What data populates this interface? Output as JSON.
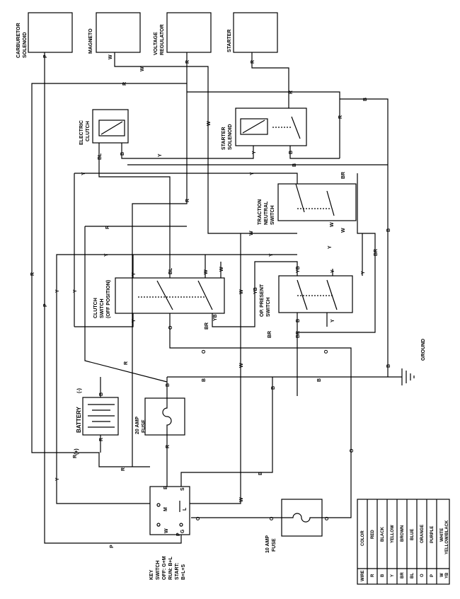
{
  "components": {
    "carburetor_solenoid": [
      "CARBURETOR",
      "SOLENOID"
    ],
    "magneto": "MAGNETO",
    "voltage_regulator": [
      "VOLTAGE",
      "REGULATOR"
    ],
    "starter": "STARTER",
    "electric_clutch": [
      "ELECTRIC",
      "CLUTCH"
    ],
    "starter_solenoid": [
      "STARTER",
      "SOLENOID"
    ],
    "traction_neutral_switch": [
      "TRACTION",
      "NEUTRAL",
      "SWITCH"
    ],
    "clutch_switch": [
      "CLUTCH",
      "SWITCH",
      "(OFF POSITION)"
    ],
    "op_present_switch": [
      "OP. PRESENT",
      "SWITCH"
    ],
    "battery": "BATTERY",
    "battery_minus": "(-)",
    "battery_plus": "(+)",
    "fuse_20": [
      "20 AMP",
      "FUSE"
    ],
    "fuse_10": [
      "10 AMP",
      "FUSE"
    ],
    "ground": "GROUND"
  },
  "key_switch": {
    "title": [
      "KEY",
      "SWITCH"
    ],
    "off": "OFF: G+M",
    "run": "RUN: B+L",
    "start": [
      "START:",
      "B+L+S"
    ],
    "terminals": [
      "B",
      "L",
      "S",
      "M",
      "G"
    ]
  },
  "wire_labels": [
    "R",
    "W",
    "B",
    "Y",
    "BL",
    "BR",
    "O",
    "P",
    "YB",
    "S"
  ],
  "legend": {
    "header_wire": "WIRE",
    "header_color": "COLOR",
    "rows": [
      {
        "code": "R",
        "color": "RED"
      },
      {
        "code": "B",
        "color": "BLACK"
      },
      {
        "code": "Y",
        "color": "YELLOW"
      },
      {
        "code": "BR",
        "color": "BROWN"
      },
      {
        "code": "BL",
        "color": "BLUE"
      },
      {
        "code": "O",
        "color": "ORANGE"
      },
      {
        "code": "P",
        "color": "PURPLE"
      },
      {
        "code": "W",
        "color": "WHITE"
      },
      {
        "code": "YB",
        "color": "YELLOW/BLACK"
      }
    ]
  }
}
